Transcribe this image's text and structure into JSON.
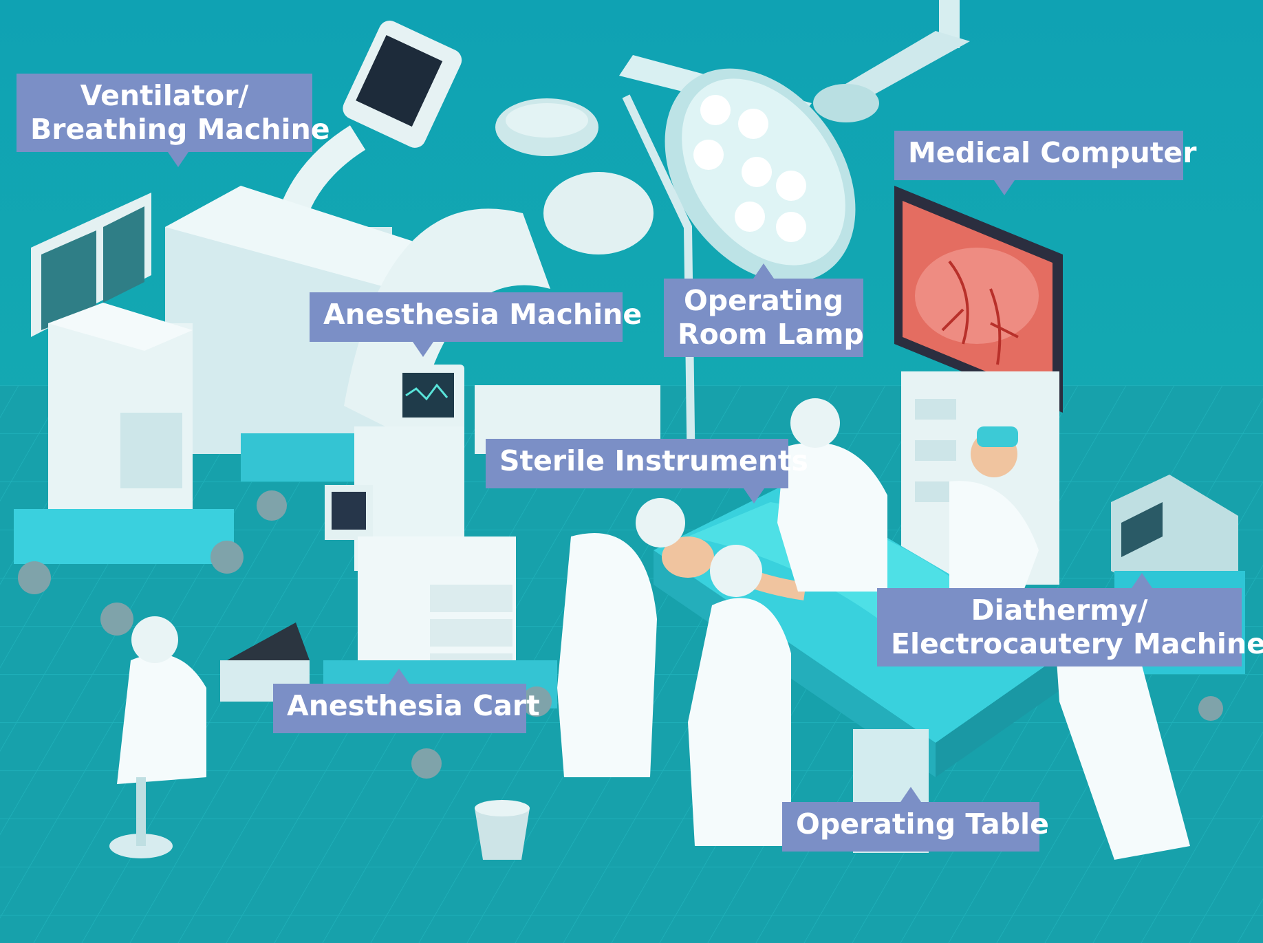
{
  "labels": {
    "ventilator": [
      "Ventilator/",
      "Breathing Machine"
    ],
    "medical_computer": "Medical Computer",
    "anesthesia_machine": "Anesthesia Machine",
    "operating_room_lamp": [
      "Operating",
      "Room Lamp"
    ],
    "sterile_instruments": "Sterile Instruments",
    "diathermy": [
      "Diathermy/",
      "Electrocautery Machine"
    ],
    "anesthesia_cart": "Anesthesia Cart",
    "operating_table": "Operating Table"
  },
  "colors": {
    "background": "#13a3ad",
    "floor_tile": "#1a9ea8",
    "label_bg": "#7b8fc6",
    "label_text": "#ffffff",
    "equipment": "#e6f2f3",
    "accent_teal": "#3cd3da",
    "gown": "#f5fbfc",
    "monitor_heart": "#e66a5e"
  }
}
